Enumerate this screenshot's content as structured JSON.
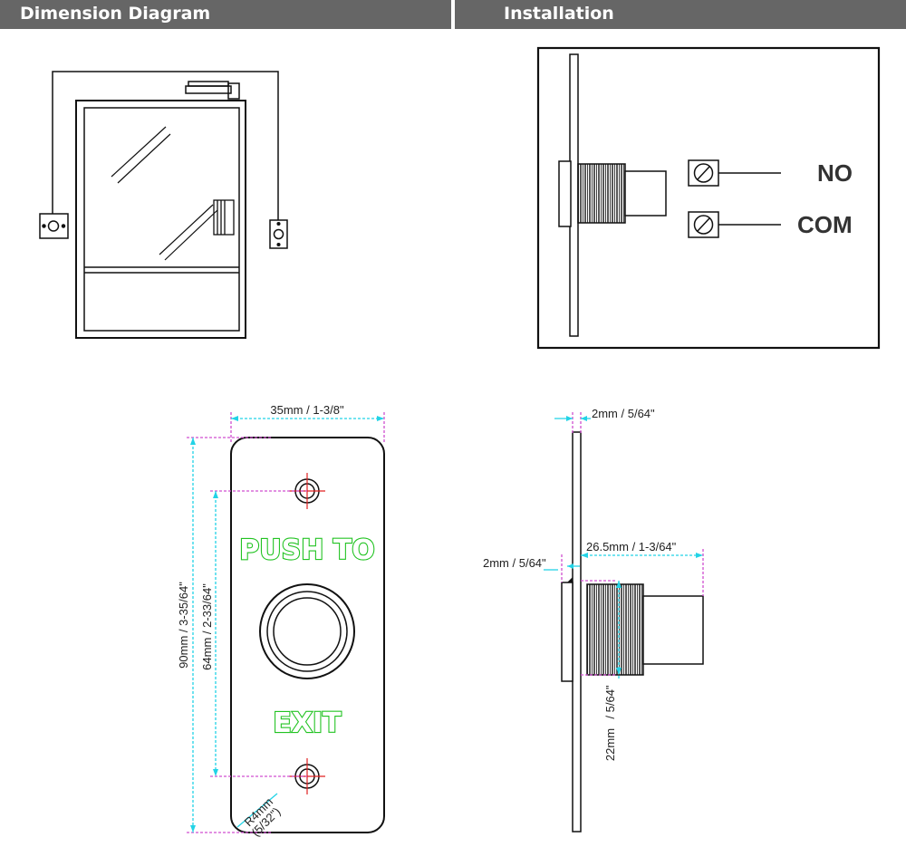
{
  "headers": {
    "left": "Dimension Diagram",
    "right": "Installation"
  },
  "installation": {
    "terminal_no": "NO",
    "terminal_com": "COM"
  },
  "front_view": {
    "width_label": "35mm / 1-3/8\"",
    "height_label": "90mm / 3-35/64\"",
    "hole_spacing_label": "64mm / 2-33/64\"",
    "radius_label_1": "R4mm",
    "radius_label_2": "(5/32\")",
    "text_top": "PUSH TO",
    "text_bottom": "EXIT"
  },
  "side_view": {
    "plate_thickness_label": "2mm / 5/64\"",
    "flange_label": "2mm / 5/64\"",
    "depth_label": "26.5mm / 1-3/64\"",
    "diameter_label_1": "22mm",
    "diameter_label_2": "/ 5/64\""
  },
  "colors": {
    "header_bg": "#666666",
    "dimension_cyan": "#22d3e6",
    "dimension_magenta": "#d04fd0",
    "legend_green": "#22c322"
  }
}
